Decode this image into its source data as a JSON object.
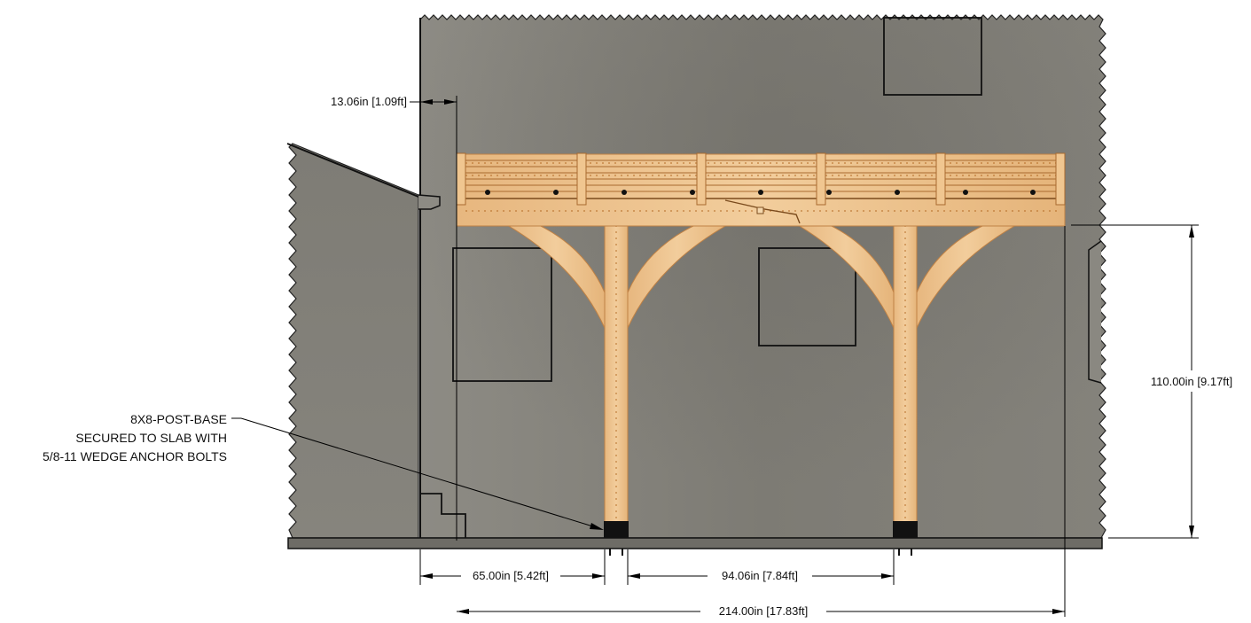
{
  "dimensions": {
    "overhang": "13.06in [1.09ft]",
    "height": "110.00in [9.17ft]",
    "wall_to_post": "65.00in [5.42ft]",
    "post_spacing": "94.06in [7.84ft]",
    "overall_width": "214.00in [17.83ft]"
  },
  "callout": {
    "line1": "8X8-POST-BASE",
    "line2": "SECURED TO SLAB WITH",
    "line3": "5/8-11 WEDGE ANCHOR BOLTS"
  },
  "colors": {
    "wall": "#85837b",
    "side_wall": "#7d7b73",
    "timber": "#edc28d",
    "timber_edge": "#b9783a",
    "post_base": "#111111"
  }
}
